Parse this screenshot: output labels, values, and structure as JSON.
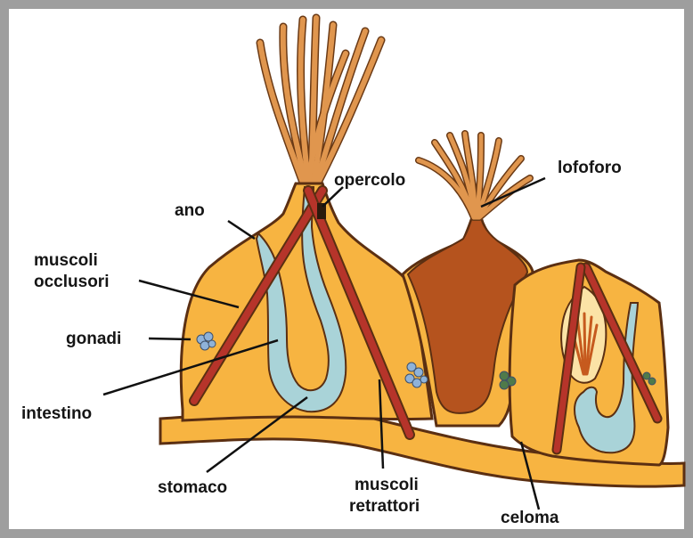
{
  "labels": {
    "opercolo": "opercolo",
    "lofoforo": "lofoforo",
    "ano": "ano",
    "muscoli_occlusori_1": "muscoli",
    "muscoli_occlusori_2": "occlusori",
    "gonadi": "gonadi",
    "intestino": "intestino",
    "stomaco": "stomaco",
    "muscoli_retrattori_1": "muscoli",
    "muscoli_retrattori_2": "retrattori",
    "celoma": "celoma"
  },
  "colors": {
    "body": "#f7b441",
    "body_outline": "#5b2f12",
    "gut": "#a9d3d8",
    "muscle": "#b6342a",
    "tentacle": "#e0964e",
    "lophophore_sac": "#b5531e",
    "gonad": "#8fb2d8"
  }
}
